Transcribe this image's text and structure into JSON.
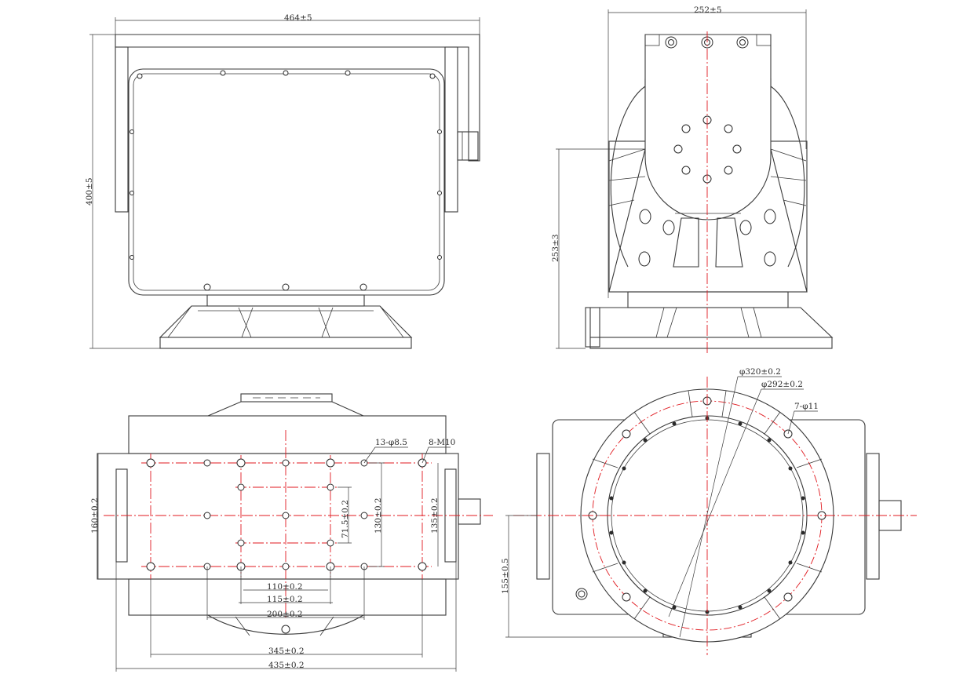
{
  "front_view": {
    "width_dim": "464±5",
    "height_dim": "400±5"
  },
  "side_view": {
    "width_dim": "252±5",
    "height_dim": "253±3"
  },
  "bottom_view": {
    "hole_spec_1": "13-φ8.5",
    "hole_spec_2": "8-M10",
    "dim_160": "160±0.2",
    "dim_71_5": "71.5±0.2",
    "dim_130": "130±0.2",
    "dim_135": "135±0.2",
    "dim_110": "110±0.2",
    "dim_115": "115±0.2",
    "dim_200": "200±0.2",
    "dim_345": "345±0.2",
    "dim_435": "435±0.2"
  },
  "flange_view": {
    "dia_320": "φ320±0.2",
    "dia_292": "φ292±0.2",
    "holes": "7-φ11",
    "height_dim": "155±0.5"
  },
  "colors": {
    "line": "#3a3a3a",
    "centerline": "#e0191f",
    "background": "#ffffff"
  }
}
